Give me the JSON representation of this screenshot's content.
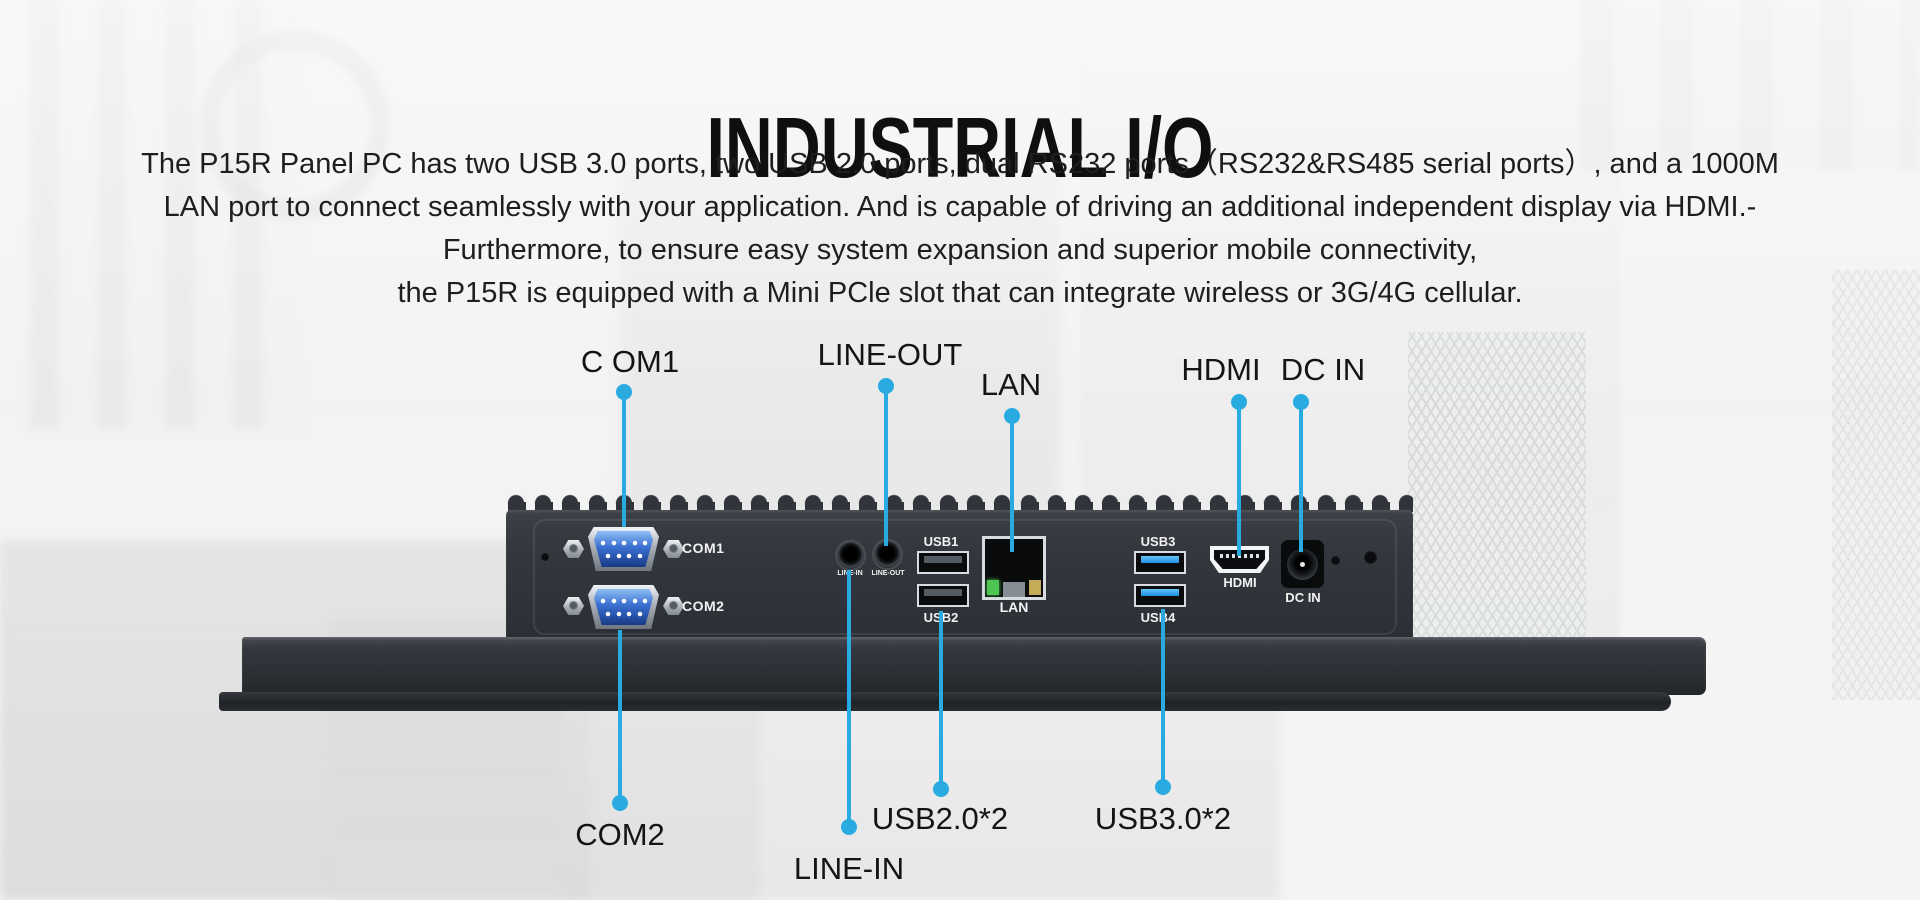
{
  "colors": {
    "accent": "#29abe2",
    "title_text": "#0f0f0f",
    "body_text": "#1e1e1e"
  },
  "header": {
    "title": "INDUSTRIAL I/O"
  },
  "description": {
    "lines": [
      "The P15R Panel PC has two USB 3.0 ports, two USB 2.0 ports, dual RS232 ports（RS232&RS485 serial ports）, and a 1000M",
      "LAN port to connect seamlessly with your application. And is capable of driving an additional independent display via HDMI.-",
      "Furthermore, to ensure easy system expansion and superior mobile connectivity,",
      "the P15R is equipped with a Mini PCle slot that can integrate wireless or 3G/4G cellular."
    ]
  },
  "callouts": {
    "com1": "C OM1",
    "line_out": "LINE-OUT",
    "lan": "LAN",
    "hdmi": "HDMI",
    "dc_in": "DC IN",
    "com2": "COM2",
    "line_in": "LINE-IN",
    "usb20": "USB2.0*2",
    "usb30": "USB3.0*2"
  },
  "device_labels": {
    "com1": "COM1",
    "com2": "COM2",
    "line_in": "LINE-IN",
    "line_out": "LINE-OUT",
    "usb1": "USB1",
    "usb2": "USB2",
    "usb3": "USB3",
    "usb4": "USB4",
    "lan": "LAN",
    "hdmi": "HDMI",
    "dc_in": "DC IN"
  }
}
